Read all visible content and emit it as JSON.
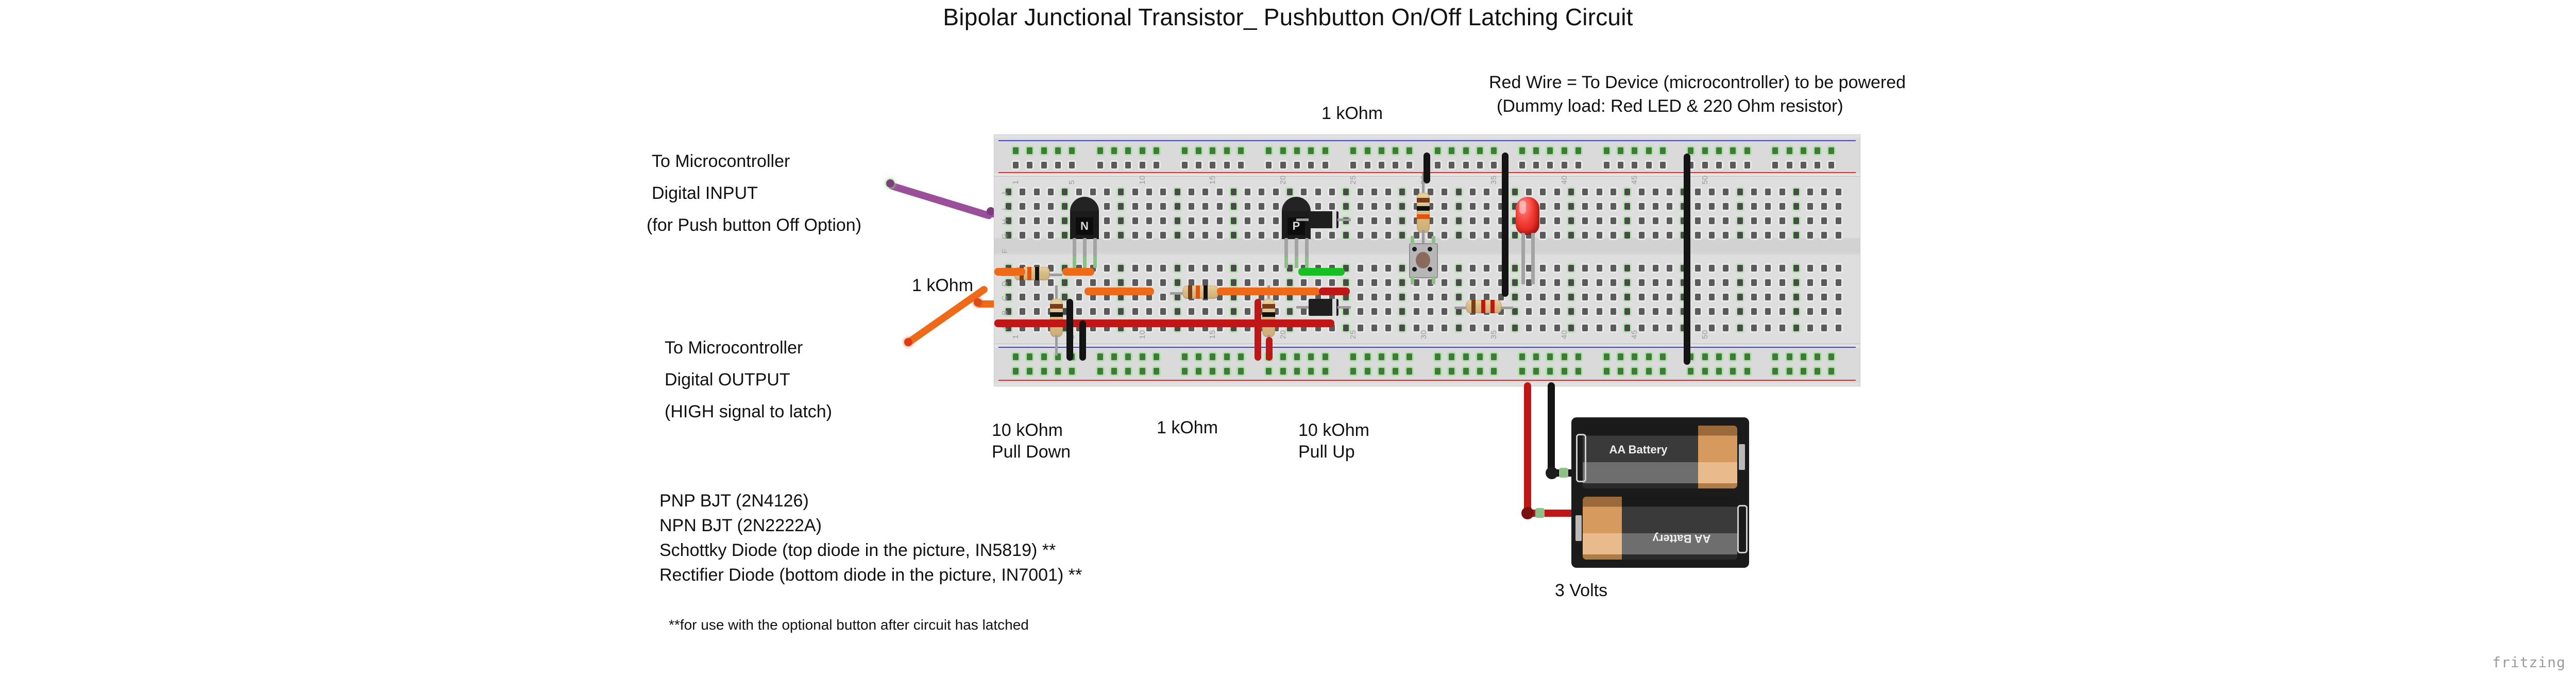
{
  "title": "Bipolar Junctional Transistor_ Pushbutton On/Off Latching Circuit",
  "annotations": {
    "red_wire_note_line1": "Red Wire = To Device (microcontroller) to be powered",
    "red_wire_note_line2": "(Dummy load: Red LED & 220 Ohm resistor)",
    "input_note_line1": "To Microcontroller",
    "input_note_line2": "Digital INPUT",
    "input_note_line3": "(for Push button Off Option)",
    "output_note_line1": "To Microcontroller",
    "output_note_line2": "Digital OUTPUT",
    "output_note_line3": "(HIGH signal to latch)",
    "resistor_top_label": "1 kOhm",
    "resistor_left_label": "1 kOhm",
    "resistor_pulldown_line1": "10 kOhm",
    "resistor_pulldown_line2": "Pull Down",
    "resistor_mid_label": "1 kOhm",
    "resistor_pullup_line1": "10 kOhm",
    "resistor_pullup_line2": "Pull Up",
    "battery_voltage": "3 Volts"
  },
  "parts_list": [
    "PNP BJT (2N4126)",
    "NPN BJT (2N2222A)",
    "Schottky Diode (top diode in the picture, IN5819) **",
    "Rectifier Diode (bottom diode in the picture, IN7001) **"
  ],
  "footnote": "**for use with the optional button after circuit has latched",
  "breadboard": {
    "column_numbers": [
      "1",
      "5",
      "10",
      "15",
      "20",
      "25",
      "30",
      "35",
      "40",
      "45",
      "50"
    ],
    "row_letters_top": [
      "J",
      "I",
      "H",
      "G",
      "F"
    ],
    "row_letters_bottom": [
      "E",
      "D",
      "C",
      "B",
      "A"
    ]
  },
  "battery": {
    "cell_top_label": "AA Battery",
    "cell_bottom_label": "AA Battery"
  },
  "transistors": [
    {
      "marking": "N",
      "type": "NPN BJT (2N2222A)"
    },
    {
      "marking": "P",
      "type": "PNP BJT (2N4126)"
    }
  ],
  "colors": {
    "wire_purple": "#9b4f9b",
    "wire_orange": "#ef6a18",
    "wire_green": "#16c023",
    "wire_red": "#c11616",
    "wire_black": "#141414",
    "rail_positive": "#e02a24",
    "rail_negative": "#3b46d8",
    "led_red": "#f23b32",
    "breadboard": "#dcdcdc"
  },
  "watermark": "fritzing"
}
